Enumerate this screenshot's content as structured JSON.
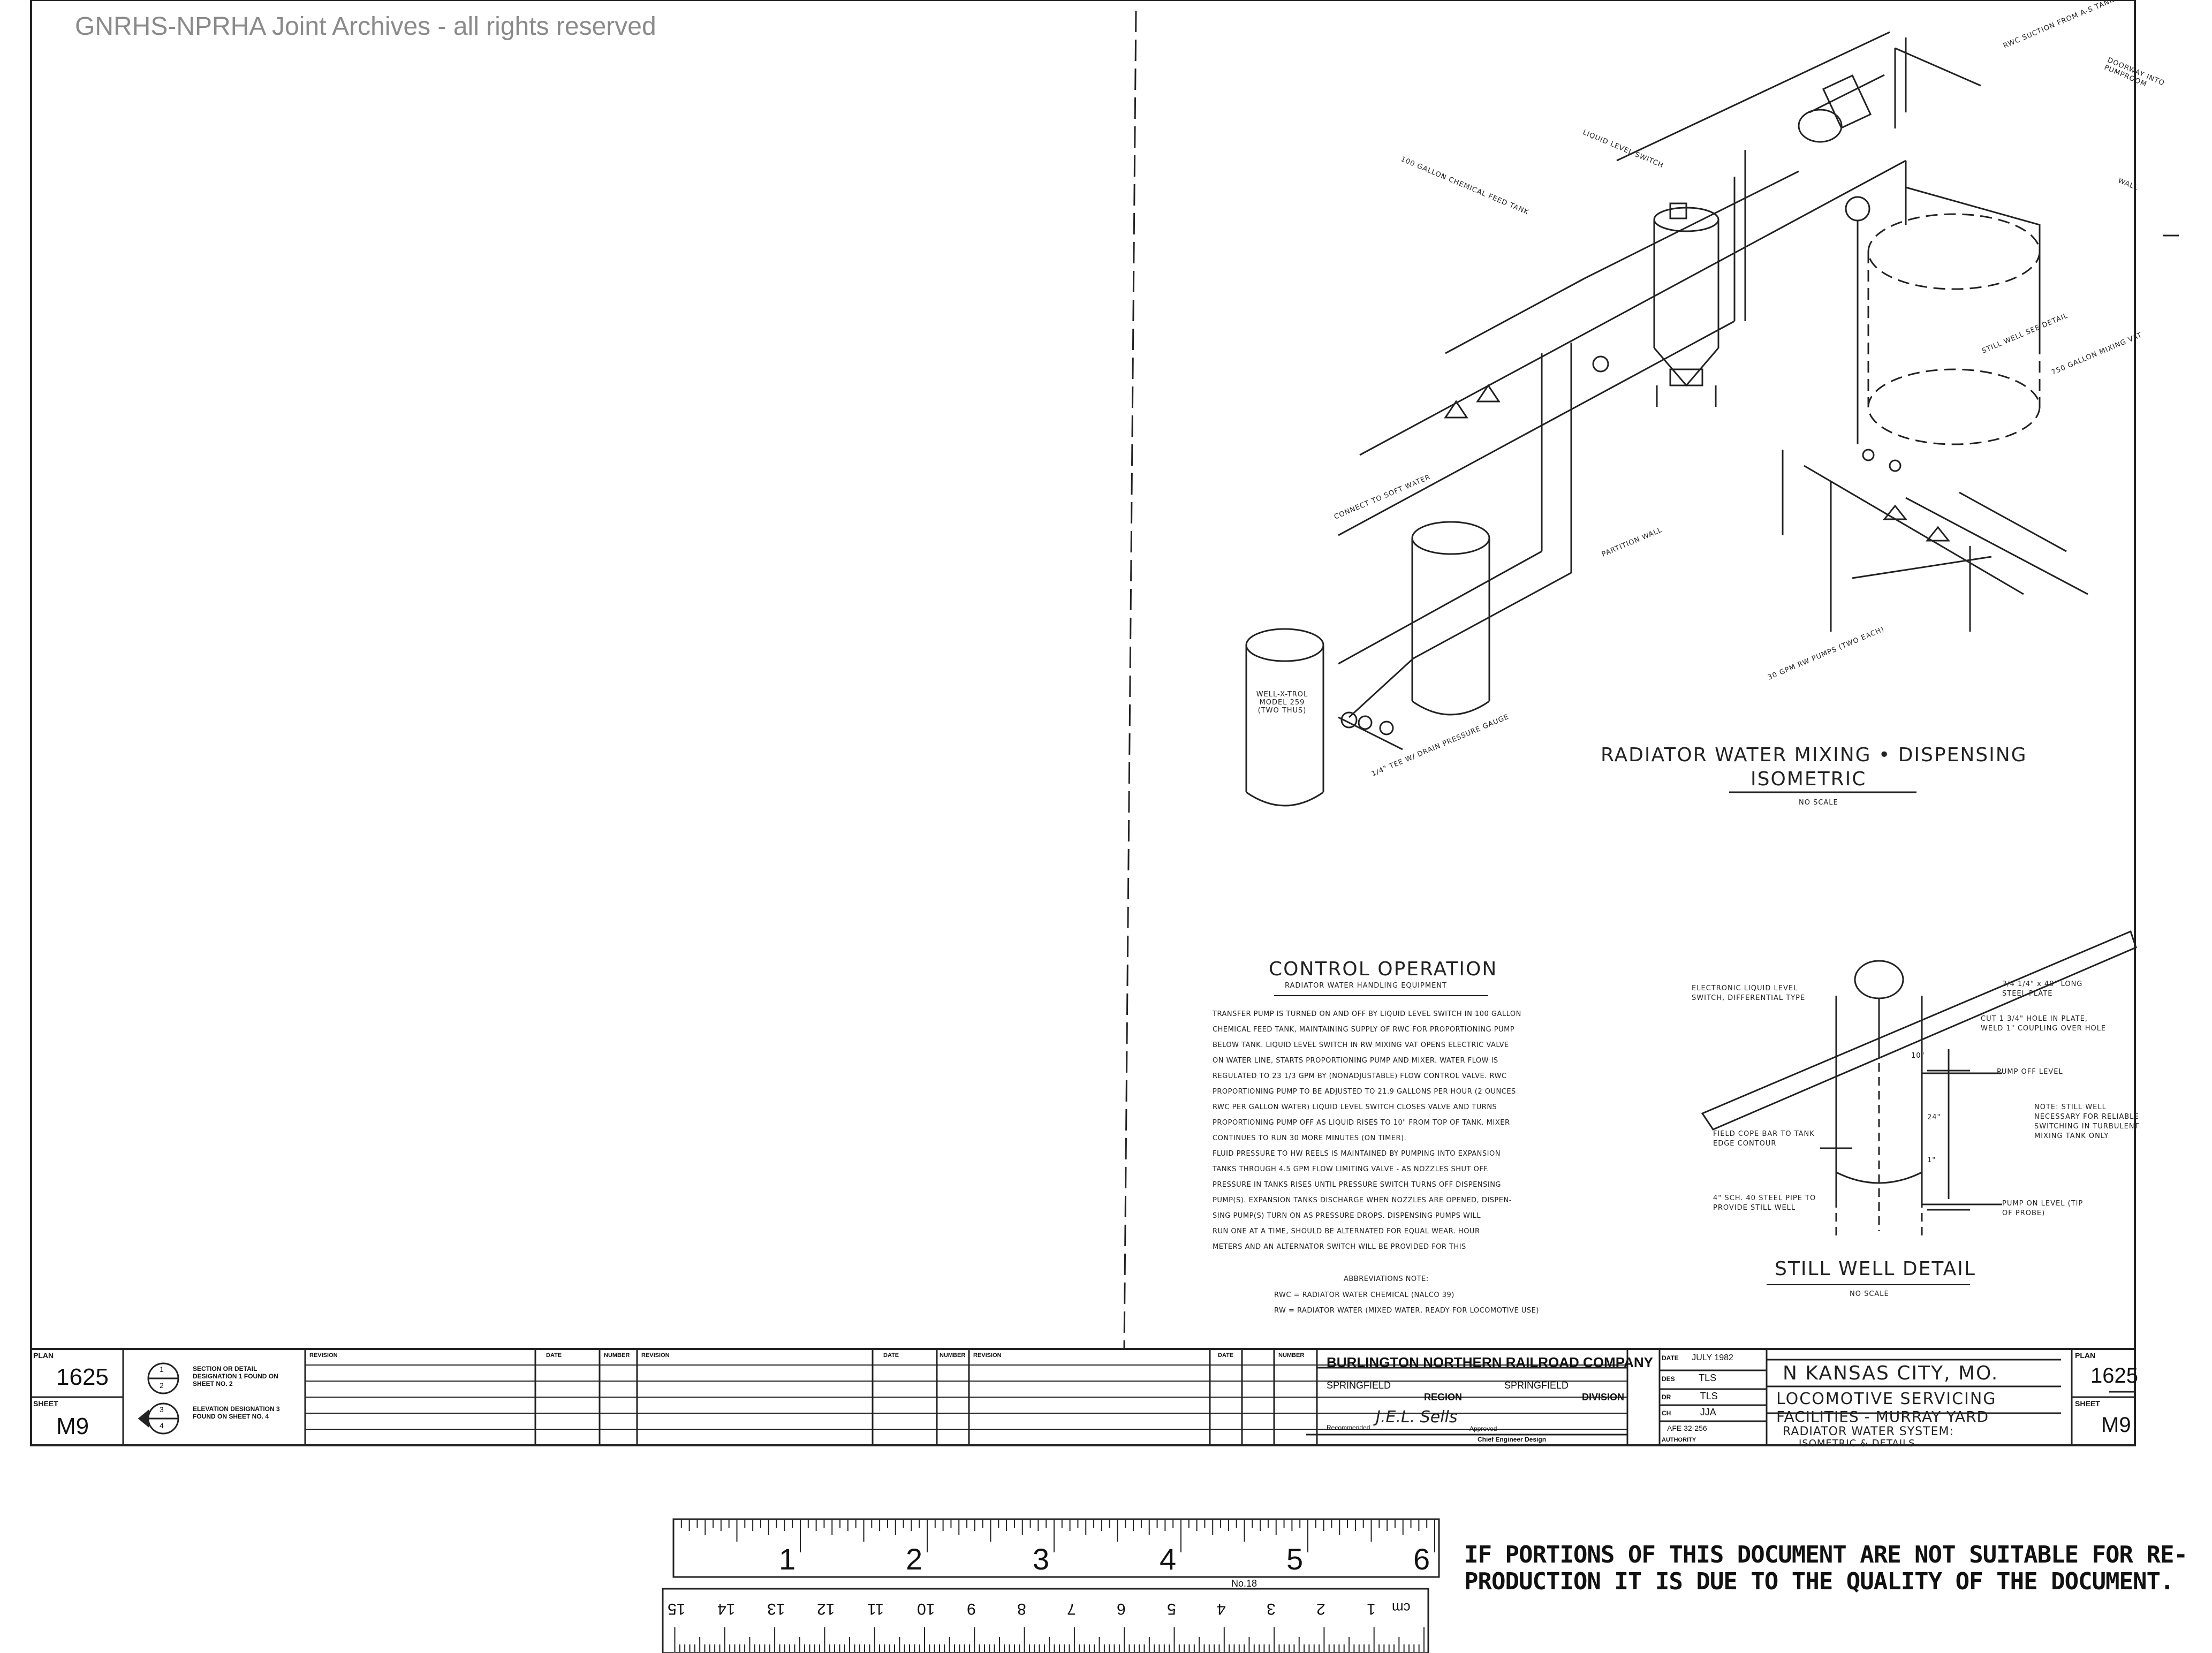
{
  "watermark": "GNRHS-NPRHA Joint Archives - all rights reserved",
  "drawing": {
    "main_title": "RADIATOR WATER MIXING • DISPENSING",
    "main_subtitle": "ISOMETRIC",
    "main_scale": "NO SCALE",
    "labels": {
      "suction": "RWC SUCTION FROM A-S TANK",
      "doorway": "DOORWAY INTO PUMPROOM",
      "wall": "WALL",
      "mixing_vat": "750 GALLON MIXING VAT",
      "chemical_feed": "100 GALLON CHEMICAL FEED TANK",
      "liquid_level": "LIQUID LEVEL SWITCH",
      "partition": "PARTITION WALL",
      "connect": "CONNECT TO SOFT WATER",
      "wellxtrol": "WELL-X-TROL MODEL 259 (TWO THUS)",
      "pumps": "30 GPM RW PUMPS (TWO EACH)",
      "still_well": "STILL WELL SEE DETAIL",
      "expansion": "1/4\" TEE W/ DRAIN PRESSURE GAUGE"
    },
    "control": {
      "title": "CONTROL  OPERATION",
      "subtitle": "RADIATOR WATER HANDLING EQUIPMENT",
      "lines": [
        "TRANSFER PUMP IS TURNED ON AND OFF BY LIQUID LEVEL SWITCH IN 100 GALLON",
        "CHEMICAL FEED TANK, MAINTAINING SUPPLY OF RWC FOR PROPORTIONING PUMP",
        "BELOW TANK.   LIQUID LEVEL SWITCH IN RW MIXING VAT OPENS ELECTRIC VALVE",
        "ON WATER LINE, STARTS PROPORTIONING PUMP AND MIXER.  WATER FLOW IS",
        "REGULATED TO 23 1/3 GPM BY (NONADJUSTABLE) FLOW CONTROL VALVE.  RWC",
        "PROPORTIONING PUMP TO BE ADJUSTED TO 21.9 GALLONS PER HOUR (2 OUNCES",
        "RWC PER GALLON WATER)  LIQUID LEVEL SWITCH CLOSES VALVE AND TURNS",
        "PROPORTIONING PUMP OFF AS LIQUID RISES TO 10\" FROM TOP OF TANK.  MIXER",
        "CONTINUES TO RUN 30 MORE MINUTES (ON TIMER).",
        "FLUID PRESSURE TO HW REELS IS MAINTAINED BY PUMPING INTO EXPANSION",
        "TANKS THROUGH 4.5 GPM FLOW LIMITING VALVE - AS NOZZLES SHUT OFF.",
        "PRESSURE IN TANKS RISES UNTIL PRESSURE SWITCH TURNS OFF DISPENSING",
        "PUMP(S). EXPANSION TANKS DISCHARGE WHEN NOZZLES ARE OPENED, DISPEN-",
        "SING PUMP(S) TURN ON AS PRESSURE DROPS.  DISPENSING PUMPS WILL",
        "RUN ONE AT A TIME, SHOULD BE ALTERNATED FOR EQUAL WEAR.  HOUR",
        "METERS AND AN ALTERNATOR SWITCH WILL BE PROVIDED FOR THIS"
      ],
      "abbrev_title": "ABBREVIATIONS  NOTE:",
      "abbrev": [
        "RWC = RADIATOR WATER CHEMICAL (NALCO 39)",
        "RW = RADIATOR WATER (MIXED WATER, READY FOR LOCOMOTIVE USE)"
      ]
    },
    "still": {
      "title": "STILL  WELL  DETAIL",
      "scale": "NO SCALE",
      "labels": [
        "ELECTRONIC LIQUID LEVEL SWITCH, DIFFERENTIAL TYPE",
        "FIELD COPE BAR TO TANK EDGE CONTOUR",
        "4\" SCH. 40 STEEL PIPE TO PROVIDE STILL WELL"
      ],
      "right_labels": [
        "3/4 1/4\" x 40\" LONG STEEL PLATE",
        "CUT 1 3/4\" HOLE IN PLATE, WELD 1\" COUPLING OVER HOLE",
        "PUMP OFF LEVEL",
        "NOTE: STILL WELL NECESSARY FOR RELIABLE SWITCHING IN TURBULENT MIXING TANK ONLY",
        "PUMP ON LEVEL (TIP OF PROBE)"
      ],
      "dims": [
        "10\"",
        "24\"",
        "1\""
      ]
    }
  },
  "titleblock": {
    "plan_label": "PLAN",
    "plan_value": "1625",
    "sheet_label": "SHEET",
    "sheet_value": "M9",
    "legend": [
      "SECTION OR DETAIL DESIGNATION 1 FOUND ON SHEET NO. 2",
      "ELEVATION DESIGNATION 3 FOUND ON SHEET NO. 4"
    ],
    "legend_symbols": [
      "1",
      "2",
      "3",
      "4"
    ],
    "rev_headers": [
      "REVISION",
      "DATE",
      "NUMBER"
    ],
    "company": "BURLINGTON NORTHERN RAILROAD COMPANY",
    "region_value": "SPRINGFIELD",
    "region_label": "REGION",
    "division_value": "SPRINGFIELD",
    "division_label": "DIVISION",
    "recommended": "Recommended",
    "approved": "Approved",
    "chief": "Chief Engineer Design",
    "signature_text": "J.E.L. Sells",
    "meta": [
      {
        "label": "DATE",
        "value": "JULY 1982"
      },
      {
        "label": "DES",
        "value": "TLS"
      },
      {
        "label": "DR",
        "value": "TLS"
      },
      {
        "label": "CH",
        "value": "JJA"
      },
      {
        "label": "AFE 32-256",
        "value": ""
      },
      {
        "label": "AUTHORITY",
        "value": ""
      }
    ],
    "location": "N KANSAS CITY, MO.",
    "desc": [
      "LOCOMOTIVE  SERVICING",
      "FACILITIES - MURRAY YARD",
      "RADIATOR  WATER  SYSTEM:",
      "ISOMETRIC & DETAILS"
    ]
  },
  "ruler": {
    "inch_labels": [
      "1",
      "2",
      "3",
      "4",
      "5",
      "6"
    ],
    "cm_labels": [
      "1",
      "2",
      "3",
      "4",
      "5",
      "6",
      "7",
      "8",
      "9",
      "10",
      "11",
      "12",
      "13",
      "14",
      "15"
    ],
    "cm_unit": "cm",
    "brand": "No.18"
  },
  "notice": [
    "IF PORTIONS OF THIS DOCUMENT ARE NOT SUITABLE FOR RE-",
    "PRODUCTION IT IS DUE TO THE QUALITY OF THE DOCUMENT."
  ]
}
